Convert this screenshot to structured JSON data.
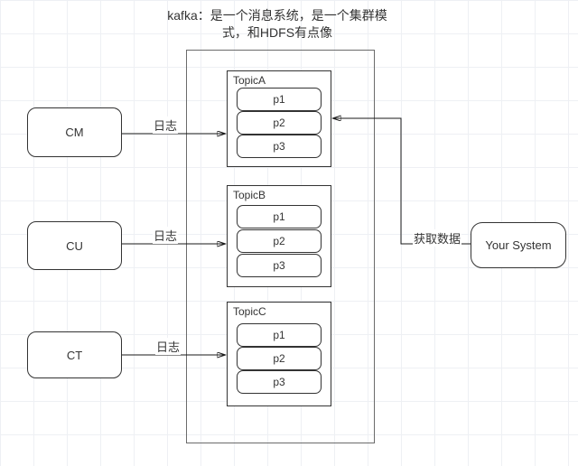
{
  "title": {
    "line1": "kafka：是一个消息系统，是一个集群模",
    "line2": "式，和HDFS有点像"
  },
  "producers": [
    {
      "label": "CM"
    },
    {
      "label": "CU"
    },
    {
      "label": "CT"
    }
  ],
  "topics": [
    {
      "name": "TopicA",
      "partitions": [
        "p1",
        "p2",
        "p3"
      ]
    },
    {
      "name": "TopicB",
      "partitions": [
        "p1",
        "p2",
        "p3"
      ]
    },
    {
      "name": "TopicC",
      "partitions": [
        "p1",
        "p2",
        "p3"
      ]
    }
  ],
  "consumer": {
    "label": "Your System"
  },
  "edges": [
    {
      "from": "CM",
      "to": "TopicA",
      "label": "日志"
    },
    {
      "from": "CU",
      "to": "TopicB",
      "label": "日志"
    },
    {
      "from": "CT",
      "to": "TopicC",
      "label": "日志"
    },
    {
      "from": "Your System",
      "to": "TopicA",
      "label": "获取数据"
    }
  ],
  "colors": {
    "background": "#ffffff",
    "grid_line": "#eef0f4",
    "shape_border": "#333333",
    "cluster_border": "#6b6b6b",
    "edge_line": "#1a1a1a",
    "text": "#333333"
  }
}
